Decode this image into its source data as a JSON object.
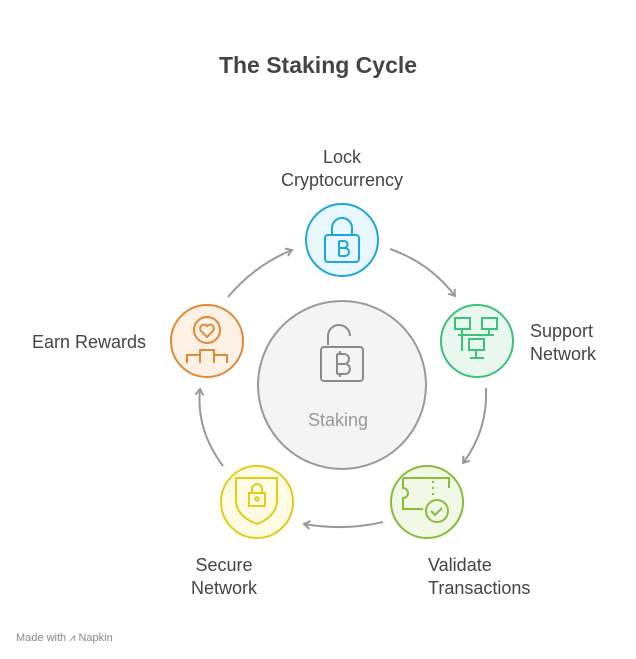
{
  "title": "The Staking Cycle",
  "center": {
    "label": "Staking",
    "icon": "unlocked-bitcoin-icon"
  },
  "steps": [
    {
      "line1": "Lock",
      "line2": "Cryptocurrency",
      "icon": "bitcoin-lock-icon",
      "color": "#1da7d6",
      "fill": "#e8f7fd"
    },
    {
      "line1": "Support",
      "line2": "Network",
      "icon": "network-computers-icon",
      "color": "#3cc07a",
      "fill": "#e8f8ee"
    },
    {
      "line1": "Validate",
      "line2": "Transactions",
      "icon": "ticket-check-icon",
      "color": "#86bd3a",
      "fill": "#f1f9e6"
    },
    {
      "line1": "Secure",
      "line2": "Network",
      "icon": "shield-lock-icon",
      "color": "#e2cc1a",
      "fill": "#fdfbe3"
    },
    {
      "line1": "Earn Rewards",
      "icon": "heart-podium-icon",
      "color": "#e08a38",
      "fill": "#fdf1e6"
    }
  ],
  "footer": {
    "text": "Made with",
    "brand": "Napkin"
  }
}
